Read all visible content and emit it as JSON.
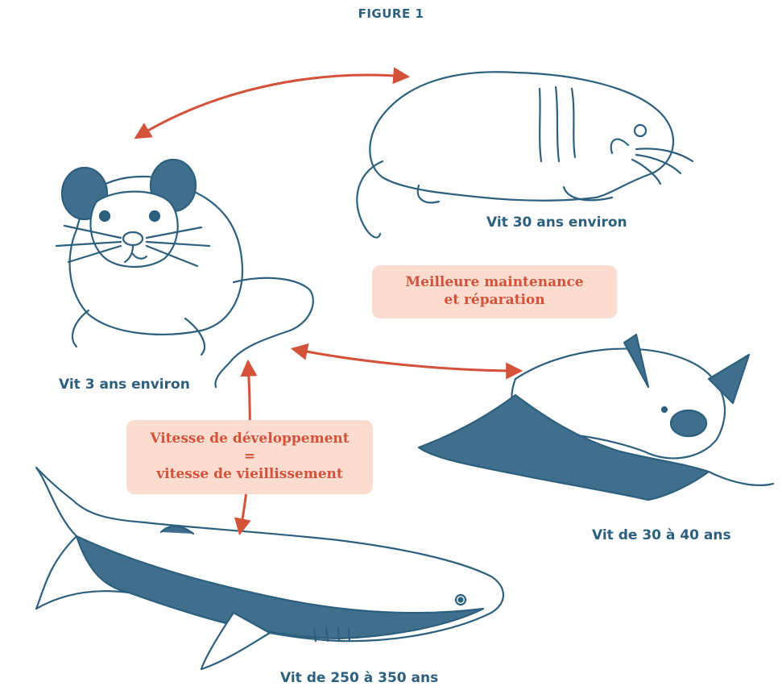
{
  "figure": {
    "title": "FIGURE 1"
  },
  "animals": {
    "naked_mole_rat": {
      "caption": "Vit 30 ans environ"
    },
    "mouse": {
      "caption": "Vit 3 ans environ"
    },
    "bat": {
      "caption": "Vit de 30 à 40 ans"
    },
    "shark": {
      "caption": "Vit de 250 à 350 ans"
    }
  },
  "labels": {
    "maintenance": {
      "line1": "Meilleure maintenance",
      "line2": "et réparation"
    },
    "development": {
      "line1": "Vitesse de développement",
      "line2": "=",
      "line3": "vitesse de vieillissement"
    }
  },
  "colors": {
    "ink": "#2d607f",
    "accent": "#d4513a",
    "label_bg": "#fbdccf",
    "fill": "#3f6f8c"
  }
}
